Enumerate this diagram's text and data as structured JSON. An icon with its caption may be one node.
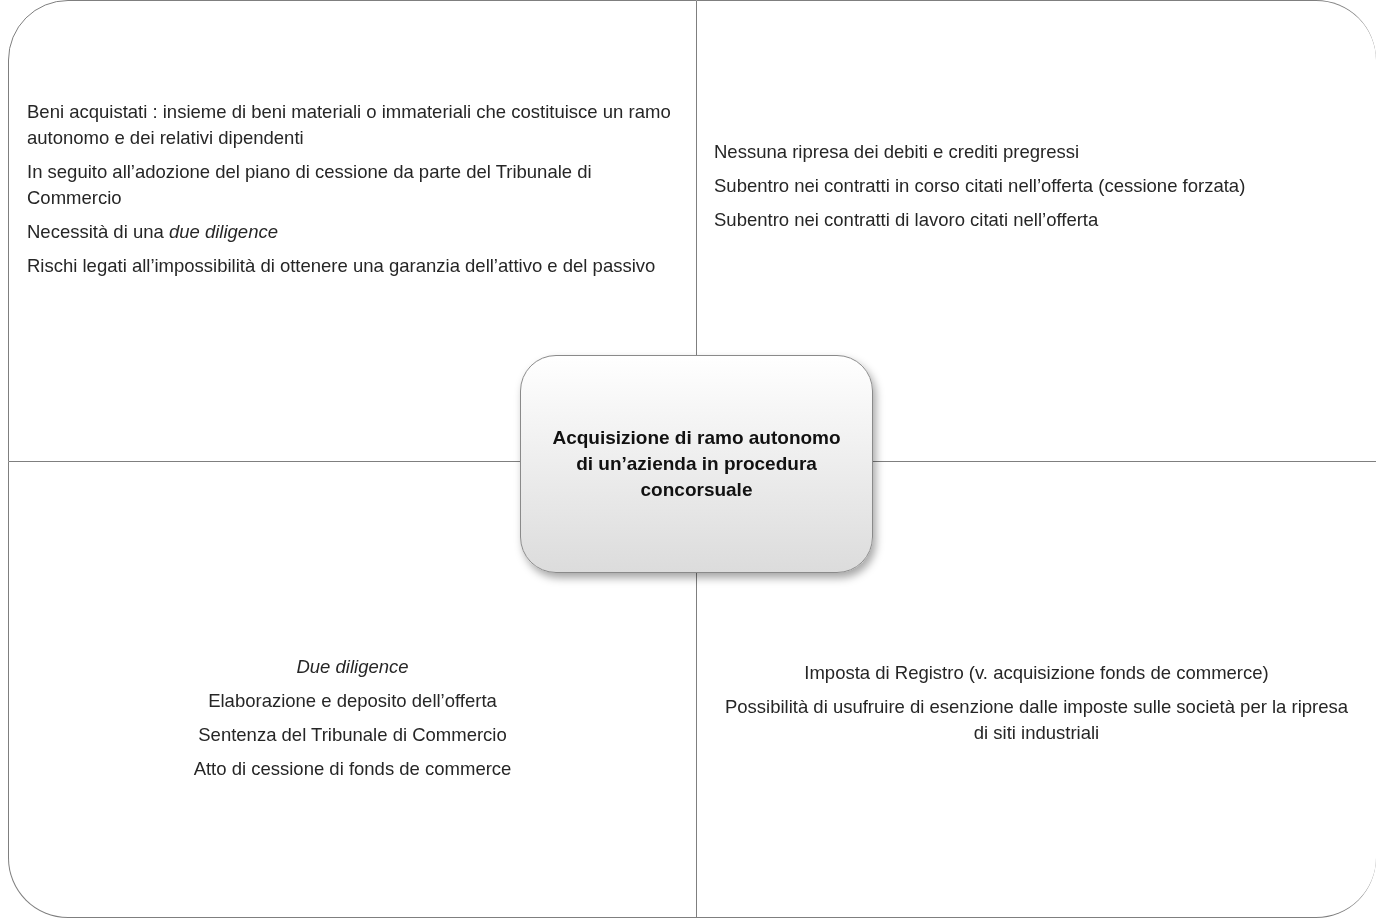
{
  "diagram": {
    "nodes": [
      {
        "text": [
          "Beni acquistati : insieme di beni materiali o immateriali che costituisce un ramo autonomo e dei relativi dipendenti",
          "In seguito all’adozione del piano di cessione da parte del Tribunale di Commercio",
          "Necessità di una *due diligence*",
          "Rischi legati all’impossibilità di ottenere una garanzia dell’attivo e del passivo"
        ]
      },
      {
        "text": [
          "Nessuna ripresa dei debiti e crediti pregressi",
          "Subentro nei contratti in corso citati nell’offerta (cessione forzata)",
          "Subentro nei contratti di lavoro citati nell’offerta"
        ]
      },
      {
        "text": [
          "Acquisizione di ramo autonomo di un’azienda in procedura concorsuale"
        ]
      },
      {
        "text": [
          "Due diligence",
          "Elaborazione e deposito dell’offerta",
          "Sentenza del Tribunale di Commercio",
          "Atto di cessione di fonds de commerce"
        ]
      },
      {
        "text": [
          "Imposta di Registro (v. acquisizione fonds de commerce)",
          "Possibilità di usufruire di esenzione dalle imposte sulle società per la ripresa di siti industriali"
        ]
      }
    ]
  }
}
